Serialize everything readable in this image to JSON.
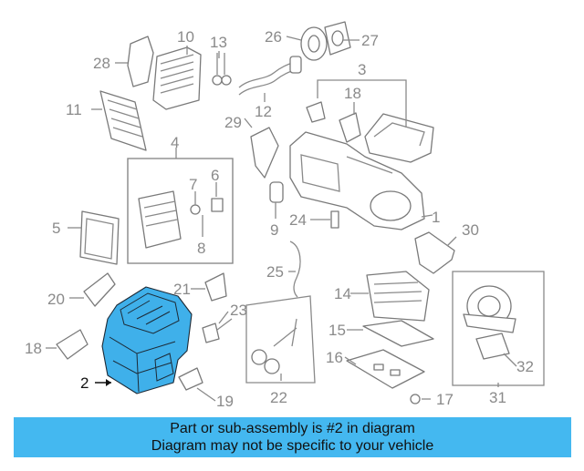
{
  "diagram": {
    "callouts": [
      "1",
      "2",
      "3",
      "4",
      "5",
      "6",
      "7",
      "8",
      "9",
      "10",
      "11",
      "12",
      "13",
      "14",
      "15",
      "16",
      "17",
      "18",
      "19",
      "20",
      "21",
      "22",
      "23",
      "24",
      "25",
      "26",
      "27",
      "28",
      "29",
      "30",
      "31",
      "32"
    ],
    "highlighted_part": "2",
    "colors": {
      "highlight": "#3fb0ea",
      "banner": "#44b8f0",
      "line": "#8a8a8a"
    }
  },
  "banner": {
    "line1": "Part or sub-assembly is #2 in diagram",
    "line2": "Diagram may not be specific to your vehicle"
  }
}
